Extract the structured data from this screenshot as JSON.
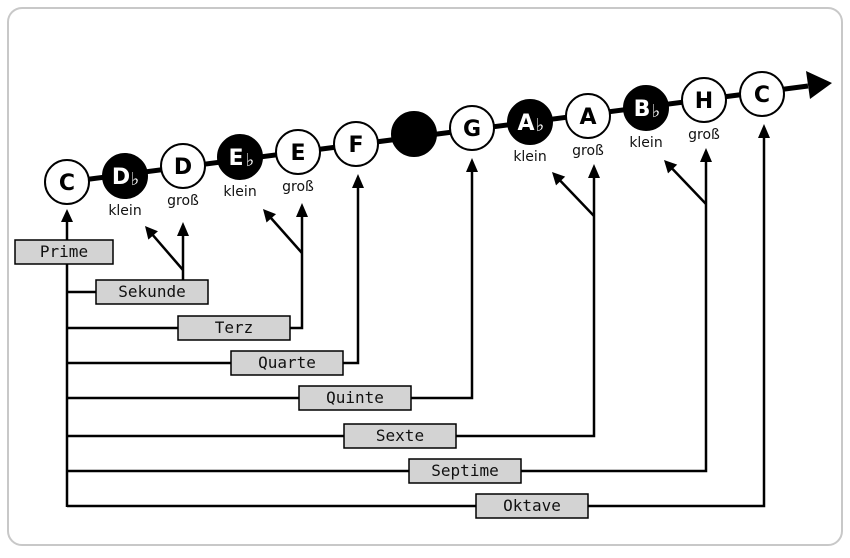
{
  "colors": {
    "line": "#000000",
    "note_white_fill": "#ffffff",
    "note_black_fill": "#000000",
    "box_fill": "#d3d3d3",
    "frame_stroke": "#c8c8c8"
  },
  "notes": [
    {
      "letter": "C",
      "accidental": "",
      "black": false,
      "sub": ""
    },
    {
      "letter": "D",
      "accidental": "♭",
      "black": true,
      "sub": "klein"
    },
    {
      "letter": "D",
      "accidental": "",
      "black": false,
      "sub": "groß"
    },
    {
      "letter": "E",
      "accidental": "♭",
      "black": true,
      "sub": "klein"
    },
    {
      "letter": "E",
      "accidental": "",
      "black": false,
      "sub": "groß"
    },
    {
      "letter": "F",
      "accidental": "",
      "black": false,
      "sub": ""
    },
    {
      "letter": "",
      "accidental": "",
      "black": true,
      "sub": ""
    },
    {
      "letter": "G",
      "accidental": "",
      "black": false,
      "sub": ""
    },
    {
      "letter": "A",
      "accidental": "♭",
      "black": true,
      "sub": "klein"
    },
    {
      "letter": "A",
      "accidental": "",
      "black": false,
      "sub": "groß"
    },
    {
      "letter": "B",
      "accidental": "♭",
      "black": true,
      "sub": "klein"
    },
    {
      "letter": "H",
      "accidental": "",
      "black": false,
      "sub": "groß"
    },
    {
      "letter": "C",
      "accidental": "",
      "black": false,
      "sub": ""
    }
  ],
  "intervals": [
    {
      "label": "Prime"
    },
    {
      "label": "Sekunde"
    },
    {
      "label": "Terz"
    },
    {
      "label": "Quarte"
    },
    {
      "label": "Quinte"
    },
    {
      "label": "Sexte"
    },
    {
      "label": "Septime"
    },
    {
      "label": "Oktave"
    }
  ]
}
